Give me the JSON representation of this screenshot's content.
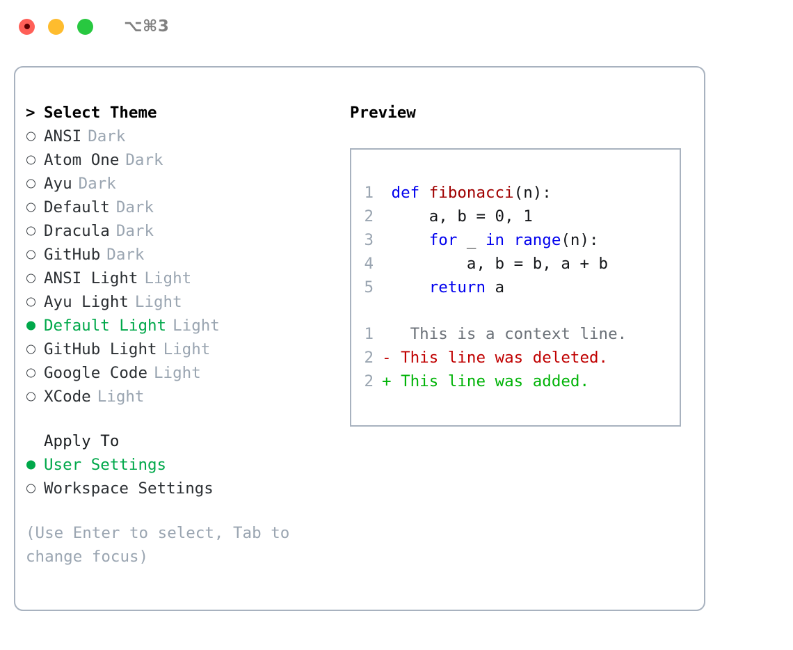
{
  "titlebar": {
    "dots": [
      {
        "name": "close-button",
        "color": "#ff5f57",
        "inner": "#5c0000"
      },
      {
        "name": "minimize-button",
        "color": "#febc2e",
        "inner": ""
      },
      {
        "name": "maximize-button",
        "color": "#28c840",
        "inner": ""
      }
    ],
    "shortcut": "⌥⌘3",
    "shortcut_color": "#808080"
  },
  "theme_picker": {
    "header_marker": ">",
    "header_label": "Select Theme",
    "selected_color": "#00a84a",
    "items": [
      {
        "marker": "ring",
        "label": "ANSI",
        "variant": "Dark",
        "selected": false
      },
      {
        "marker": "ring",
        "label": "Atom One",
        "variant": "Dark",
        "selected": false
      },
      {
        "marker": "ring",
        "label": "Ayu",
        "variant": "Dark",
        "selected": false
      },
      {
        "marker": "ring",
        "label": "Default",
        "variant": "Dark",
        "selected": false
      },
      {
        "marker": "ring",
        "label": "Dracula",
        "variant": "Dark",
        "selected": false
      },
      {
        "marker": "ring",
        "label": "GitHub",
        "variant": "Dark",
        "selected": false
      },
      {
        "marker": "ring",
        "label": "ANSI Light",
        "variant": "Light",
        "selected": false
      },
      {
        "marker": "ring",
        "label": "Ayu Light",
        "variant": "Light",
        "selected": false
      },
      {
        "marker": "dot",
        "label": "Default Light",
        "variant": "Light",
        "selected": true
      },
      {
        "marker": "ring",
        "label": "GitHub Light",
        "variant": "Light",
        "selected": false
      },
      {
        "marker": "ring",
        "label": "Google Code",
        "variant": "Light",
        "selected": false
      },
      {
        "marker": "ring",
        "label": "XCode",
        "variant": "Light",
        "selected": false
      }
    ]
  },
  "apply_to": {
    "heading": "Apply To",
    "items": [
      {
        "marker": "dot",
        "label": "User Settings",
        "selected": true
      },
      {
        "marker": "ring",
        "label": "Workspace Settings",
        "selected": false
      }
    ]
  },
  "hint": "(Use Enter to select, Tab to\nchange focus)",
  "preview": {
    "heading": "Preview",
    "code_lines": [
      {
        "num": "1",
        "tokens": [
          {
            "t": " ",
            "c": "pl"
          },
          {
            "t": "def",
            "c": "kw"
          },
          {
            "t": " ",
            "c": "pl"
          },
          {
            "t": "fibonacci",
            "c": "fn"
          },
          {
            "t": "(n):",
            "c": "pl"
          }
        ]
      },
      {
        "num": "2",
        "tokens": [
          {
            "t": "     a, b = 0, 1",
            "c": "pl"
          }
        ]
      },
      {
        "num": "3",
        "tokens": [
          {
            "t": "     ",
            "c": "pl"
          },
          {
            "t": "for",
            "c": "kw"
          },
          {
            "t": " _ ",
            "c": "pl"
          },
          {
            "t": "in",
            "c": "kw"
          },
          {
            "t": " ",
            "c": "pl"
          },
          {
            "t": "range",
            "c": "kw"
          },
          {
            "t": "(n):",
            "c": "pl"
          }
        ]
      },
      {
        "num": "4",
        "tokens": [
          {
            "t": "         a, b = b, a + b",
            "c": "pl"
          }
        ]
      },
      {
        "num": "5",
        "tokens": [
          {
            "t": "     ",
            "c": "pl"
          },
          {
            "t": "return",
            "c": "kw"
          },
          {
            "t": " a",
            "c": "pl"
          }
        ]
      }
    ],
    "diff_lines": [
      {
        "num": "1",
        "sign": " ",
        "text": "  This is a context line.",
        "kind": "d-ctx"
      },
      {
        "num": "2",
        "sign": "-",
        "text": " This line was deleted.",
        "kind": "d-del"
      },
      {
        "num": "2",
        "sign": "+",
        "text": " This line was added.",
        "kind": "d-add"
      }
    ]
  }
}
